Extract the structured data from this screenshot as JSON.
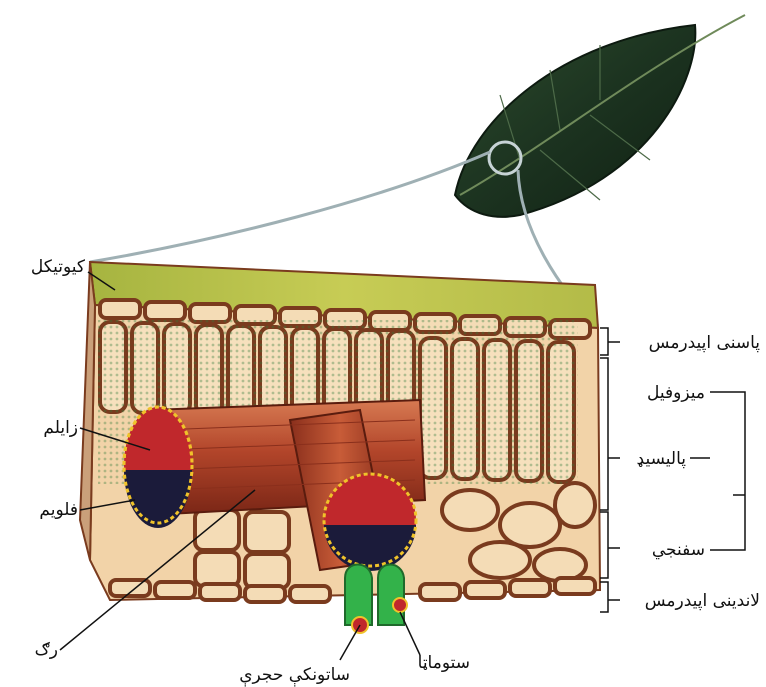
{
  "labels": {
    "cuticle": "کیوتیکل",
    "upper_epidermis": "پاسنی اپیدرمس",
    "mesophyll": "میزوفیل",
    "palisade": "پالیسیډ",
    "spongy": "سفنجي",
    "lower_epidermis": "لاندینی اپیدرمس",
    "xylem": "زایلم",
    "phloem": "فلویم",
    "vein": "رګ",
    "stomata": "ستوماټا",
    "guard_cells": "ساتونکې حجرې"
  },
  "colors": {
    "leaf_dark": "#1f3a22",
    "top_surface": "#b8c24a",
    "cell_fill": "#f2d3a8",
    "cell_wall": "#7a3b1e",
    "chloroplast": "#2f7a3a",
    "vein_tube": "#b2452a",
    "xylem_red": "#c0282c",
    "phloem_dark": "#1b1b3a",
    "stomata_green": "#33b24a",
    "dotted_ring": "#f0c32a"
  }
}
